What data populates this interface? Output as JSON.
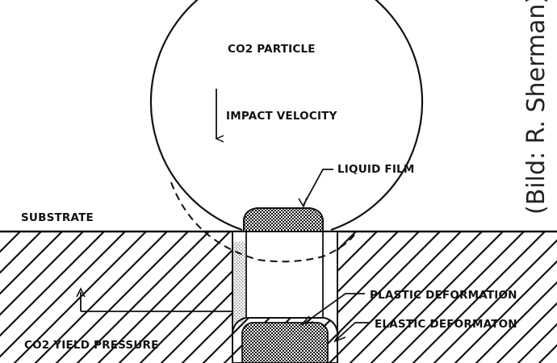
{
  "labels": {
    "particle": "CO2 PARTICLE",
    "impact_velocity": "IMPACT VELOCITY",
    "liquid_film": "LIQUID FILM",
    "substrate": "SUBSTRATE",
    "plastic_deformation": "PLASTIC DEFORMATION",
    "elastic_deformation": "ELASTIC DEFORMATON",
    "yield_pressure": "CO2 YIELD PRESSURE"
  },
  "credit": "(Bild: R. Sherman)"
}
